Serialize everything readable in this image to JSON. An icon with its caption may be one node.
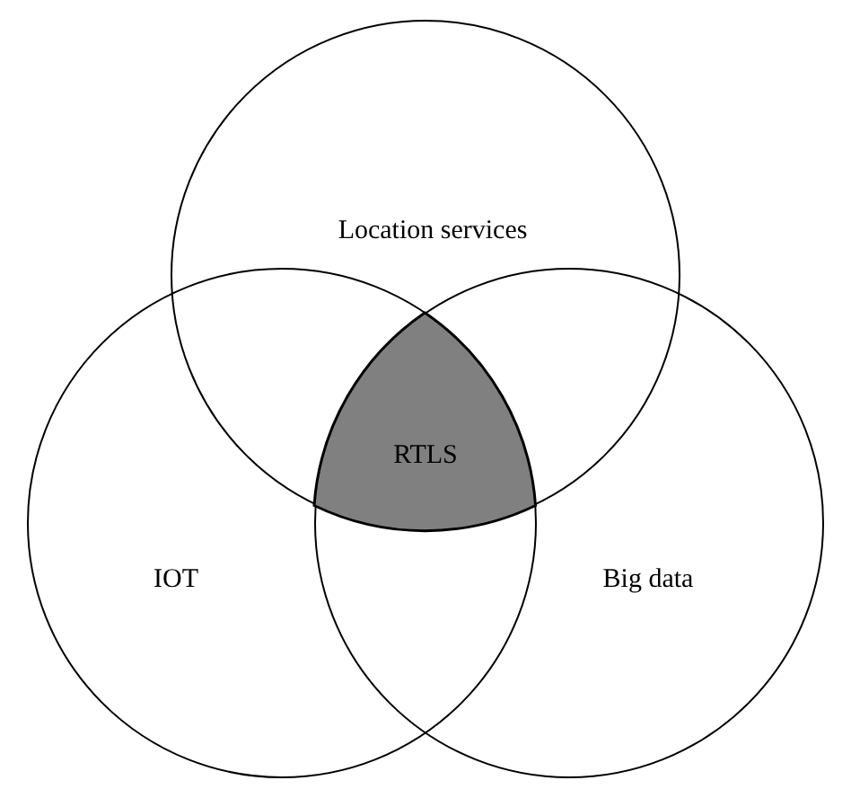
{
  "diagram": {
    "nodes": [
      {
        "text": [
          "Location services"
        ]
      },
      {
        "text": [
          "IOT"
        ]
      },
      {
        "text": [
          "Big data"
        ]
      },
      {
        "text": [
          "RTLS"
        ]
      }
    ]
  }
}
